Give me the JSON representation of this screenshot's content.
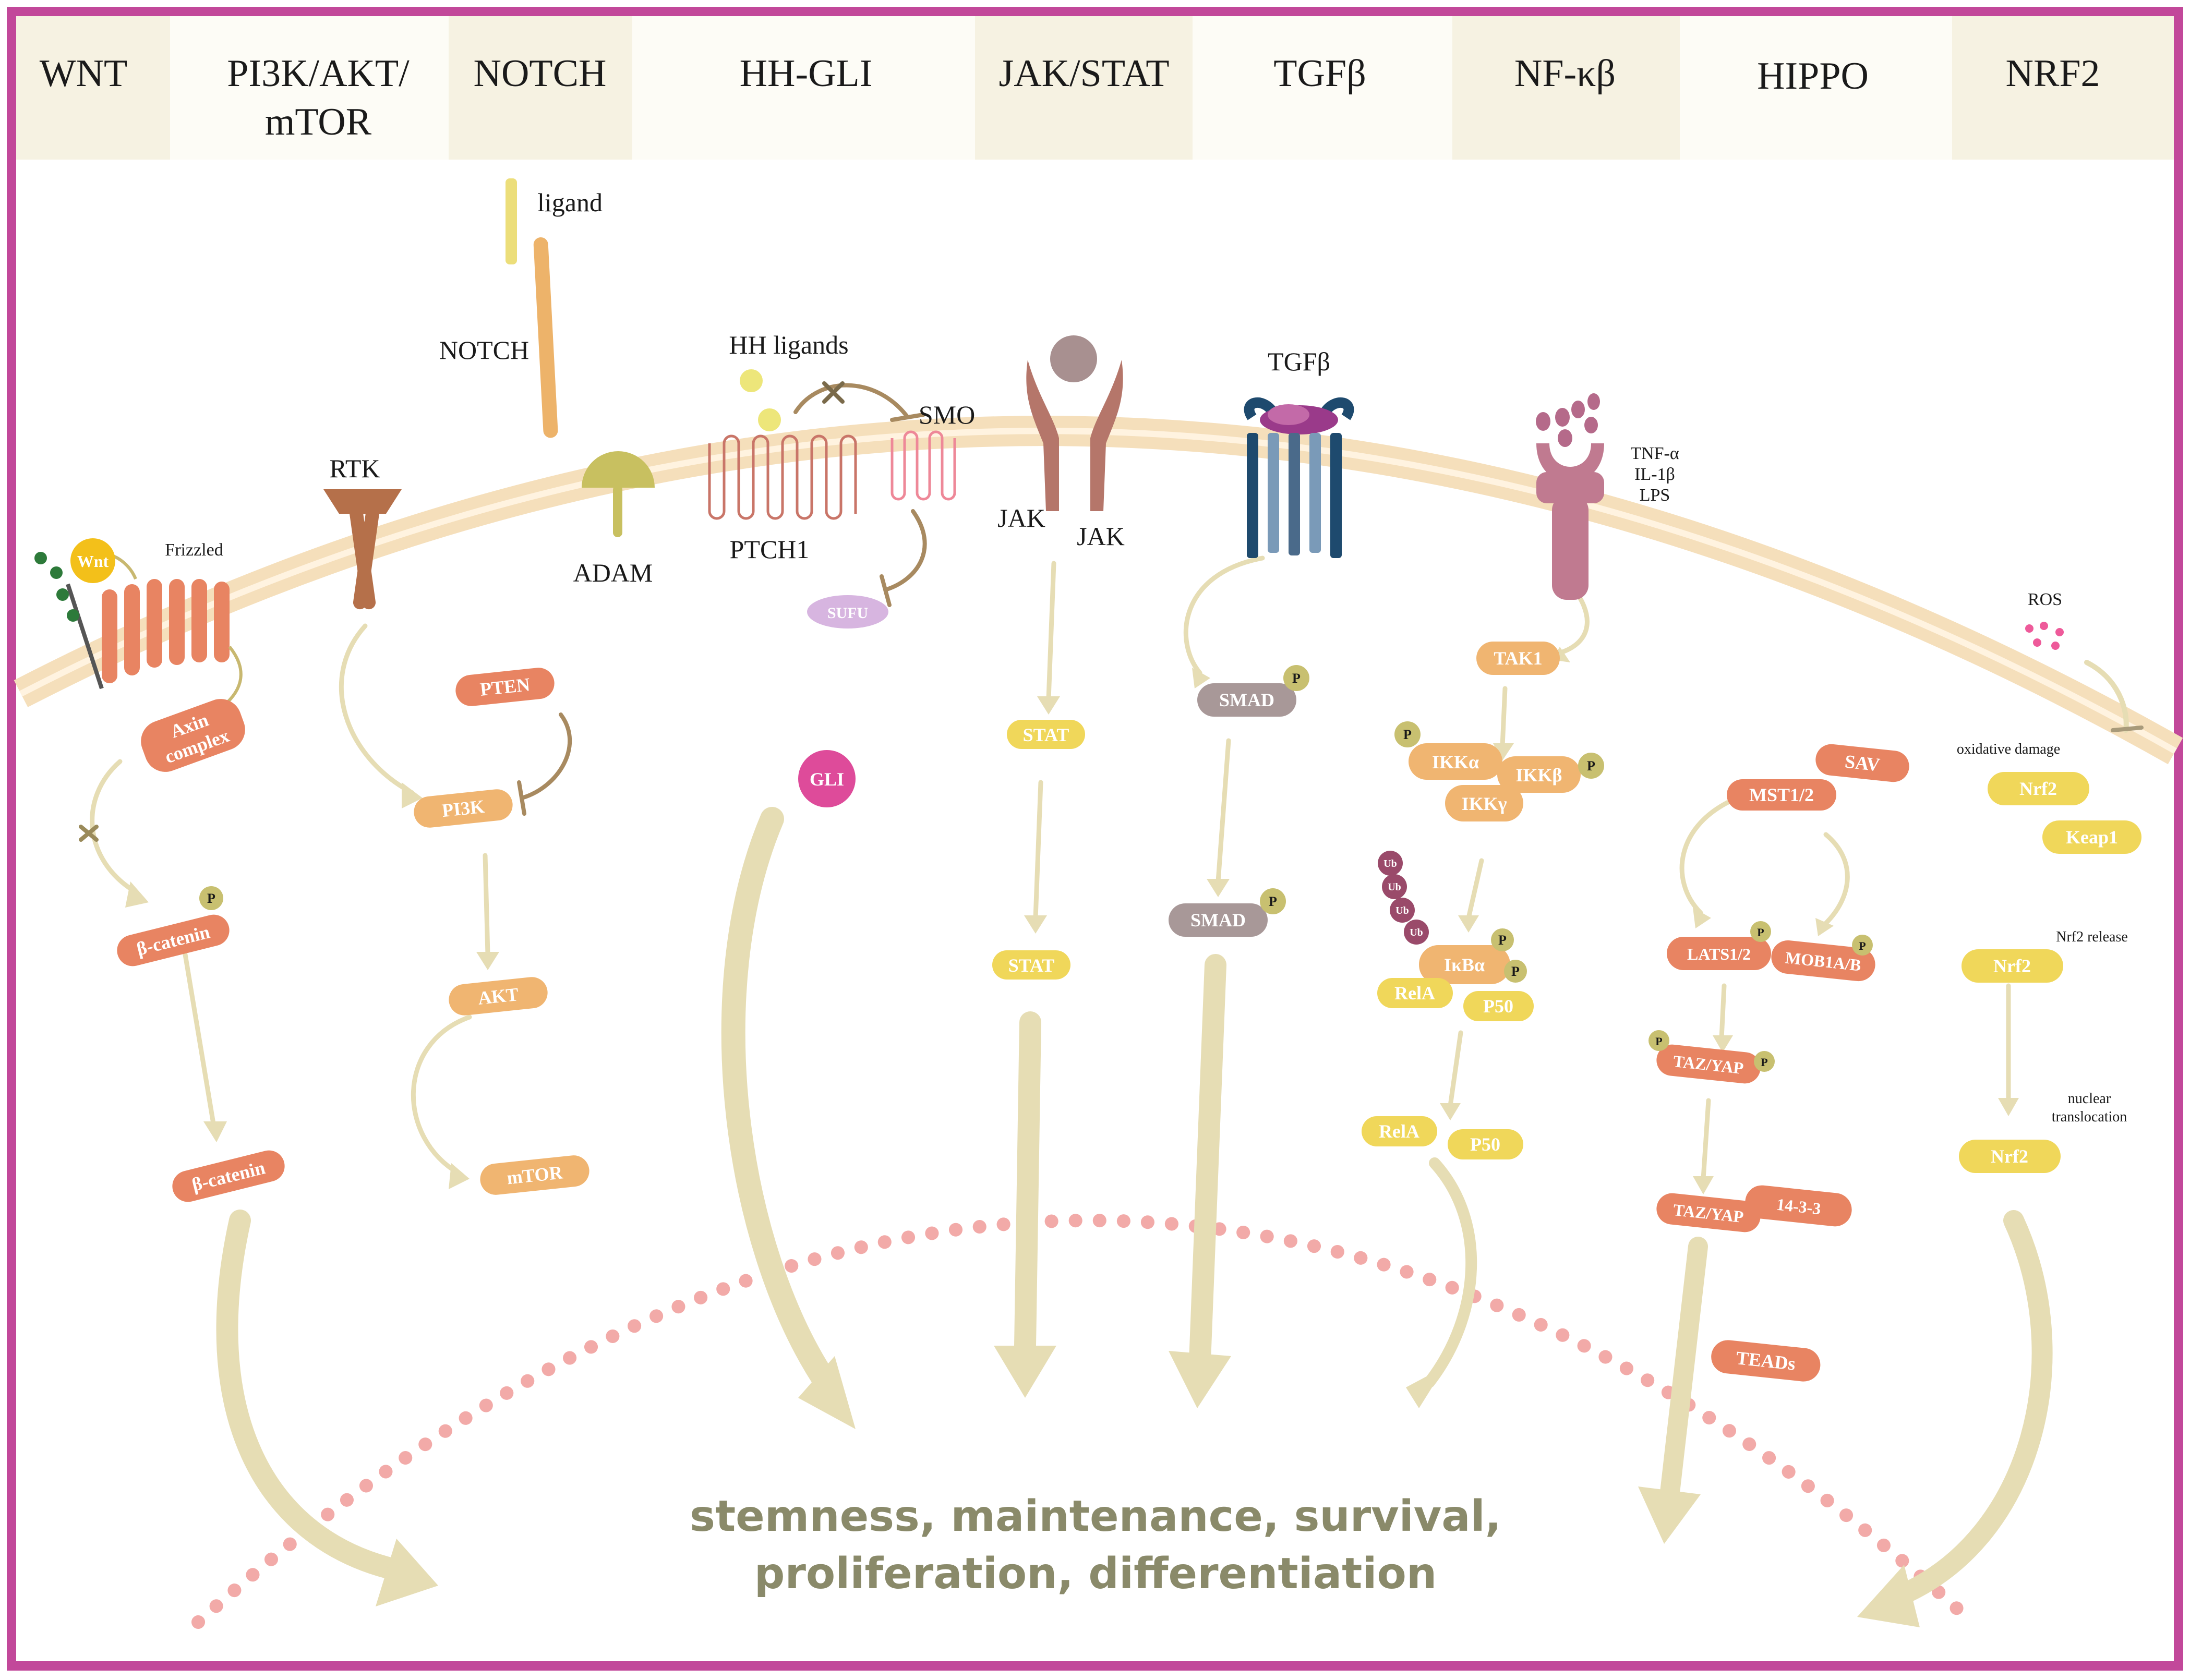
{
  "headers": [
    "WNT",
    "PI3K/AKT/",
    "mTOR",
    "NOTCH",
    "HH-GLI",
    "JAK/STAT",
    "TGFβ",
    "NF-κβ",
    "HIPPO",
    "NRF2"
  ],
  "labels": {
    "ligand": "ligand",
    "notch": "NOTCH",
    "hh_ligands": "HH ligands",
    "smo": "SMO",
    "rtk": "RTK",
    "adam": "ADAM",
    "ptch1": "PTCH1",
    "jak_left": "JAK",
    "jak_right": "JAK",
    "tgfb": "TGFβ",
    "tnf": "TNF-α",
    "il1": "IL-1β",
    "lps": "LPS",
    "frizzled": "Frizzled",
    "wnt": "Wnt",
    "ros": "ROS",
    "oxidative_damage": "oxidative damage",
    "nrf2_release": "Nrf2 release",
    "nuclear": "nuclear",
    "translocation": "translocation"
  },
  "molecules": {
    "axin_1": "Axin",
    "axin_2": "complex",
    "b_catenin_1": "β-catenin",
    "b_catenin_2": "β-catenin",
    "pten": "PTEN",
    "pi3k": "PI3K",
    "akt": "AKT",
    "mtor": "mTOR",
    "sufu": "SUFU",
    "gli": "GLI",
    "stat_1": "STAT",
    "stat_2": "STAT",
    "smad_1": "SMAD",
    "smad_2": "SMAD",
    "tak1": "TAK1",
    "ikka": "IKKα",
    "ikkb": "IKKβ",
    "ikkg": "IKKγ",
    "ikba": "IκBα",
    "rela_1": "RelA",
    "p50_1": "P50",
    "rela_2": "RelA",
    "p50_2": "P50",
    "ub": "Ub",
    "sav": "SAV",
    "mst": "MST1/2",
    "lats": "LATS1/2",
    "mob": "MOB1A/B",
    "tazyap_1": "TAZ/YAP",
    "tazyap_2": "TAZ/YAP",
    "p1433": "14-3-3",
    "teads": "TEADs",
    "nrf2_1": "Nrf2",
    "keap1": "Keap1",
    "nrf2_2": "Nrf2",
    "nrf2_3": "Nrf2",
    "p": "P"
  },
  "outcome": {
    "line1": "stemness, maintenance, survival,",
    "line2": "proliferation, differentiation"
  },
  "colors": {
    "border": "#c2489a",
    "header_a": "#f6f2e2",
    "header_b": "#fdfcf6",
    "membrane": "#f5dfbb",
    "arrow": "#e6ddb4",
    "orange": "#e88462",
    "light_orange": "#f0b571",
    "yellow": "#f0d75a",
    "mauve": "#a89090",
    "nucleus_dots": "#f2aaa8",
    "outcome_text": "#8a8a6a"
  }
}
